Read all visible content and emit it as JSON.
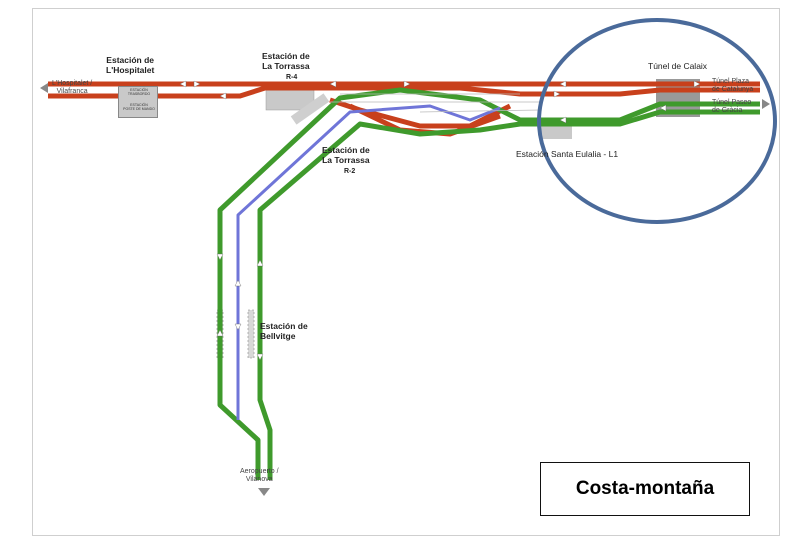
{
  "diagram": {
    "stations": {
      "hospitalet": "Estación de\nL'Hospitalet",
      "torrassa_r4": "Estación de\nLa Torrassa",
      "torrassa_r4_line": "R-4",
      "torrassa_r2": "Estación de\nLa Torrassa",
      "torrassa_r2_line": "R-2",
      "bellvitge": "Estación de\nBellvitge",
      "santa_eulalia": "Estación Santa Eulalia - L1",
      "calaix": "Túnel de Calaix"
    },
    "box_labels": {
      "hospitalet_top": "ESTACIÓN\nTRASBORDO",
      "hospitalet_bottom": "ESTACIÓN\nPOSTE DE MANDO"
    },
    "destinations": {
      "west": "L'Hospitalet /\nVilafranca",
      "plaza_cat": "Túnel Plaza\nde Catalunya",
      "paseo_gracia": "Túnel Paseo\nde Gràcia",
      "south": "Aeropuerto /\nVilanova"
    },
    "badge": "Costa-montaña",
    "colors": {
      "red_track": "#c8401c",
      "green_track": "#3f9a2c",
      "blue_track": "#6f75d8",
      "highlight_ellipse": "#4a6a9a",
      "station_box": "#c9c9c9"
    }
  }
}
